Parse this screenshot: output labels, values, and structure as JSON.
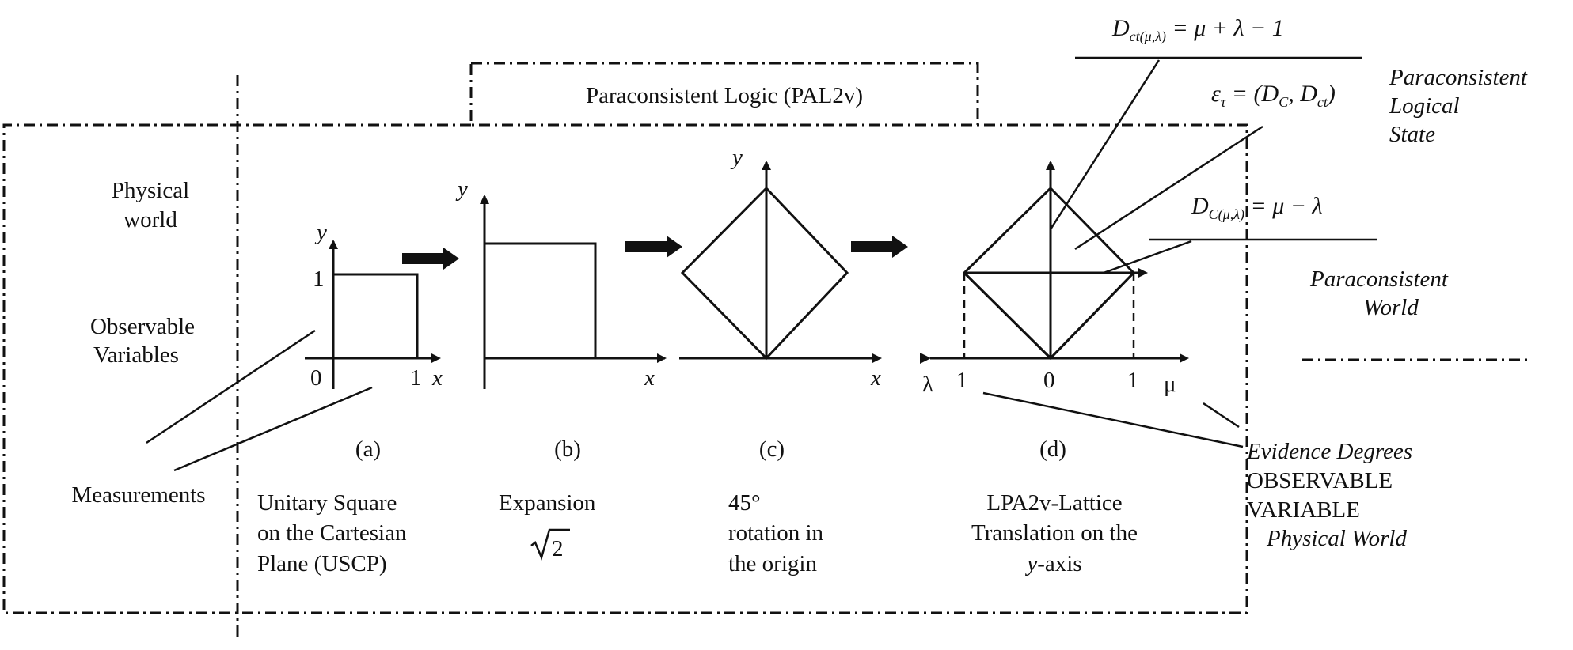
{
  "titles": {
    "pal2v": "Paraconsistent Logic (PAL2v)"
  },
  "left_labels": {
    "physical_world_1": "Physical",
    "physical_world_2": "world",
    "observable_1": "Observable",
    "observable_2": "Variables",
    "measurements": "Measurements"
  },
  "panels": {
    "a": {
      "tag": "(a)",
      "caption": [
        "Unitary Square",
        "on the Cartesian",
        "Plane (USCP)"
      ],
      "y": "y",
      "x": "x",
      "one_y": "1",
      "zero": "0",
      "one_x": "1"
    },
    "b": {
      "tag": "(b)",
      "caption": [
        "Expansion"
      ],
      "sqrt": "2",
      "y": "y",
      "x": "x"
    },
    "c": {
      "tag": "(c)",
      "caption": [
        "45°",
        "rotation in",
        "the origin"
      ],
      "y": "y",
      "x": "x"
    },
    "d": {
      "tag": "(d)",
      "caption": [
        "LPA2v-Lattice",
        "Translation on the"
      ],
      "caption_last_italic": "y",
      "caption_last_rest": "-axis",
      "lambda": "λ",
      "mu": "μ",
      "t1": "1",
      "t0": "0",
      "t2": "1"
    }
  },
  "right_labels": {
    "pls_1": "Paraconsistent",
    "pls_2": "Logical",
    "pls_3": "State",
    "pw_1": "Paraconsistent",
    "pw_2": "World",
    "evidence": "Evidence Degrees",
    "obs_1": "OBSERVABLE",
    "obs_2": "VARIABLE",
    "phys": "Physical World"
  },
  "formulas": {
    "dct_main": "D",
    "dct_sub": "ct(μ,λ)",
    "dct_rhs": " = μ + λ − 1",
    "eps_main": "ε",
    "eps_sub": "τ",
    "eps_rhs_1": " = (D",
    "eps_c": "C",
    "eps_mid": ", D",
    "eps_ct": "ct",
    "eps_end": ")",
    "dc_main": "D",
    "dc_sub": "C(μ,λ)",
    "dc_rhs": " = μ − λ"
  }
}
